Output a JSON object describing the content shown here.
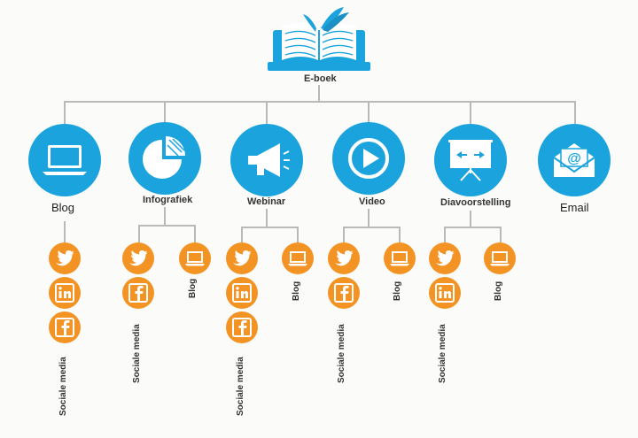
{
  "root": {
    "label": "E-boek",
    "icon": "open-book-icon"
  },
  "channels": [
    {
      "id": "blog",
      "label": "Blog",
      "icon": "laptop-icon"
    },
    {
      "id": "infografiek",
      "label": "Infografiek",
      "icon": "pie-chart-icon"
    },
    {
      "id": "webinar",
      "label": "Webinar",
      "icon": "megaphone-icon"
    },
    {
      "id": "video",
      "label": "Video",
      "icon": "play-icon"
    },
    {
      "id": "diavoorstelling",
      "label": "Diavoorstelling",
      "icon": "presentation-board-icon"
    },
    {
      "id": "email",
      "label": "Email",
      "icon": "email-icon"
    }
  ],
  "sub_labels": {
    "social": "Sociale media",
    "blog": "Blog"
  },
  "colors": {
    "blue": "#1aa3dc",
    "orange": "#f39323",
    "line": "#b9b9b9"
  }
}
